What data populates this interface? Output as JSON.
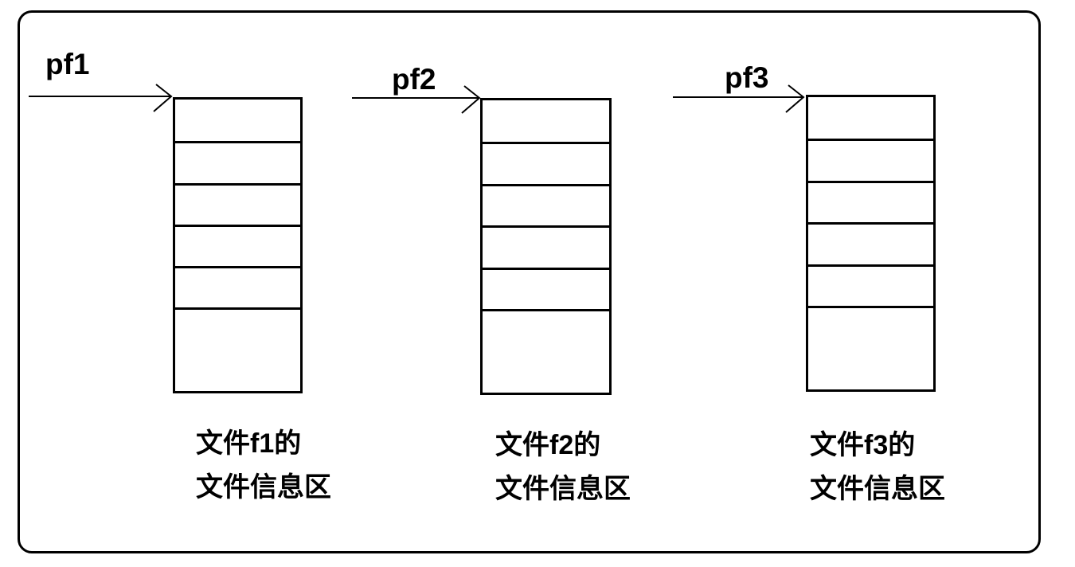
{
  "units": [
    {
      "pointer_label": "pf1",
      "caption_line1": "文件f1的",
      "caption_line2": "文件信息区",
      "row_count": 6
    },
    {
      "pointer_label": "pf2",
      "caption_line1": "文件f2的",
      "caption_line2": "文件信息区",
      "row_count": 6
    },
    {
      "pointer_label": "pf3",
      "caption_line1": "文件f3的",
      "caption_line2": "文件信息区",
      "row_count": 6
    }
  ],
  "colors": {
    "line": "#000000",
    "background": "#ffffff"
  }
}
